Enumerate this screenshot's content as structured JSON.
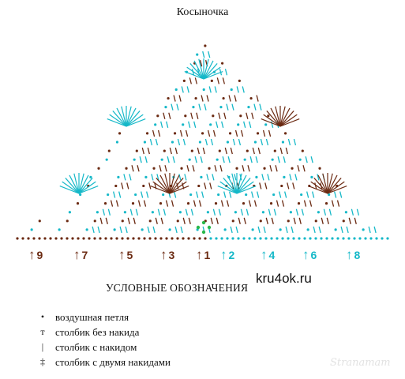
{
  "title": "Косыночка",
  "colors": {
    "brown": "#6b2a12",
    "cyan": "#15b8c8",
    "green": "#2ab84a"
  },
  "row_labels": {
    "odd": [
      "9",
      "7",
      "5",
      "3",
      "1"
    ],
    "even": [
      "2",
      "4",
      "6",
      "8"
    ]
  },
  "legend": {
    "title": "УСЛОВНЫЕ ОБОЗНАЧЕНИЯ",
    "items": [
      {
        "symbol": "•",
        "text": "воздушная петля"
      },
      {
        "symbol": "т",
        "text": "столбик без накида"
      },
      {
        "symbol": "|",
        "text": "столбик с накидом"
      },
      {
        "symbol": "‡",
        "text": "столбик с двумя накидами"
      }
    ]
  },
  "watermark": "kru4ok.ru",
  "logo_text": "Stranamam"
}
